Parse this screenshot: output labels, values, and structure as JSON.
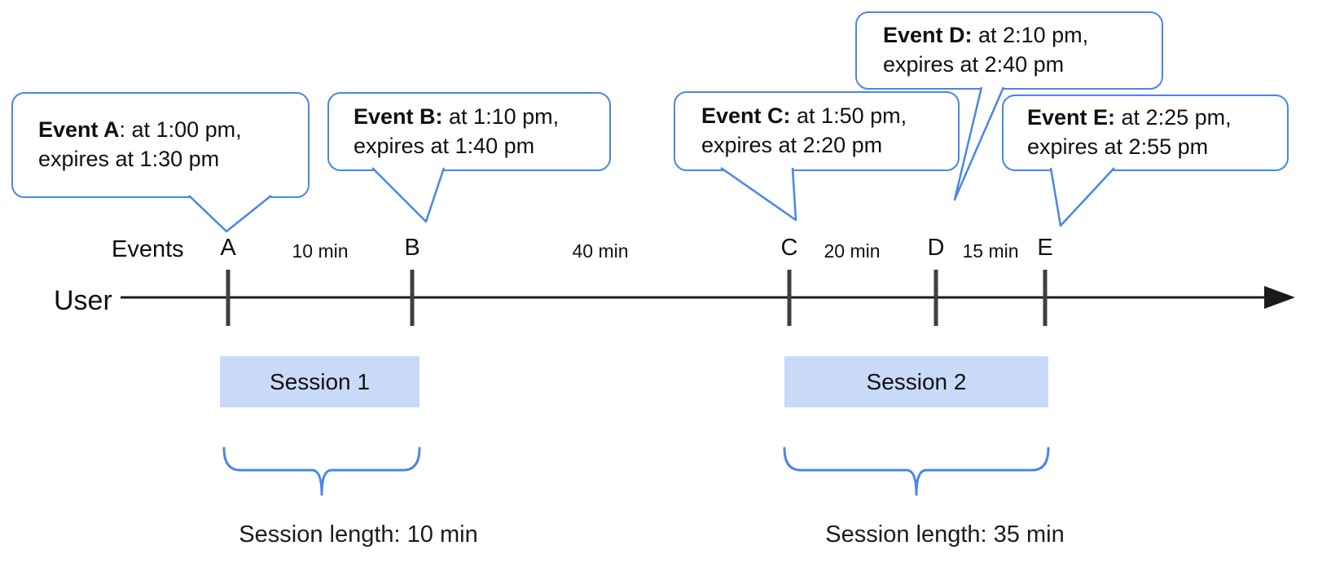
{
  "diagram": {
    "axis": {
      "events_label": "Events",
      "user_label": "User"
    },
    "bubbles": [
      {
        "id": "A",
        "bold": "Event A",
        "rest": ": at 1:00 pm,",
        "line2": "expires at 1:30 pm"
      },
      {
        "id": "B",
        "bold": "Event B:",
        "rest": " at 1:10 pm,",
        "line2": "expires at 1:40 pm"
      },
      {
        "id": "C",
        "bold": "Event C:",
        "rest": " at 1:50 pm,",
        "line2": "expires at 2:20 pm"
      },
      {
        "id": "D",
        "bold": "Event D:",
        "rest": " at 2:10 pm,",
        "line2": "expires at 2:40 pm"
      },
      {
        "id": "E",
        "bold": "Event E:",
        "rest": " at 2:25 pm,",
        "line2": "expires at 2:55 pm"
      }
    ],
    "event_marks": [
      "A",
      "B",
      "C",
      "D",
      "E"
    ],
    "gap_labels": [
      "10 min",
      "40 min",
      "20 min",
      "15 min"
    ],
    "sessions": [
      {
        "label": "Session 1",
        "length_label": "Session length: 10 min"
      },
      {
        "label": "Session 2",
        "length_label": "Session length: 35 min"
      }
    ],
    "colors": {
      "bubble_border": "#4a86e8",
      "brace": "#4a86e8",
      "session_fill": "#c9daf8",
      "timeline": "#1a1a1a",
      "tick": "#3f3f3f"
    }
  }
}
